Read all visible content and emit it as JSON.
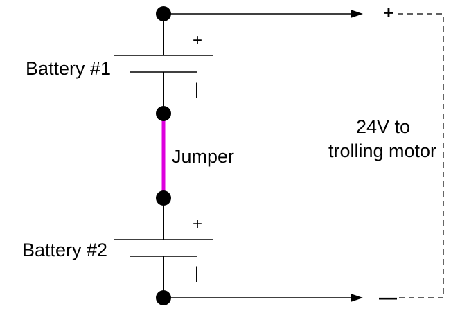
{
  "battery1": {
    "label": "Battery #1",
    "plus": "+",
    "minus": "|"
  },
  "battery2": {
    "label": "Battery #2",
    "plus": "+",
    "minus": "|"
  },
  "jumper": {
    "label": "Jumper",
    "color": "#dd00dd"
  },
  "output": {
    "line1": "24V to",
    "line2": "trolling motor",
    "positive_terminal": "+",
    "negative_terminal": "—"
  },
  "colors": {
    "wire": "#000000",
    "jumper": "#dd00dd",
    "background": "#ffffff"
  }
}
